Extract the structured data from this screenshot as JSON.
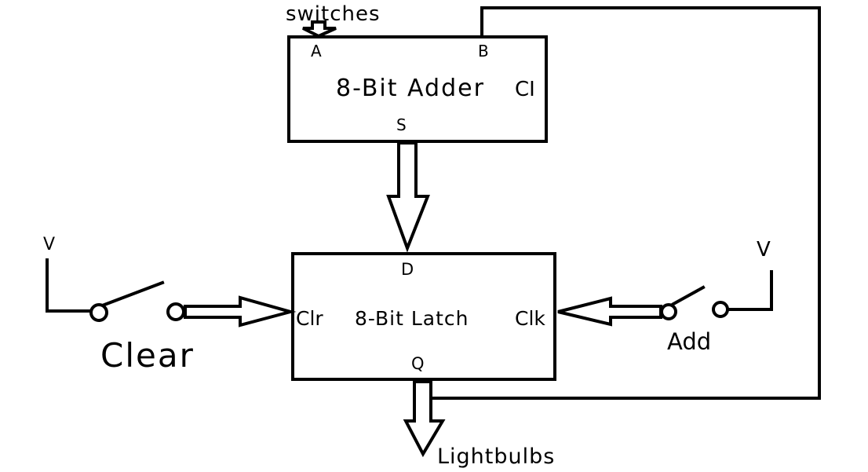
{
  "adder": {
    "title": "8-Bit Adder",
    "pin_a": "A",
    "pin_b": "B",
    "pin_ci": "CI",
    "pin_s": "S"
  },
  "latch": {
    "title": "8-Bit Latch",
    "pin_d": "D",
    "pin_clr": "Clr",
    "pin_clk": "Clk",
    "pin_q": "Q"
  },
  "labels": {
    "switches": "switches",
    "lightbulbs": "Lightbulbs",
    "clear": "Clear",
    "add": "Add",
    "v_left": "V",
    "v_right": "V"
  }
}
